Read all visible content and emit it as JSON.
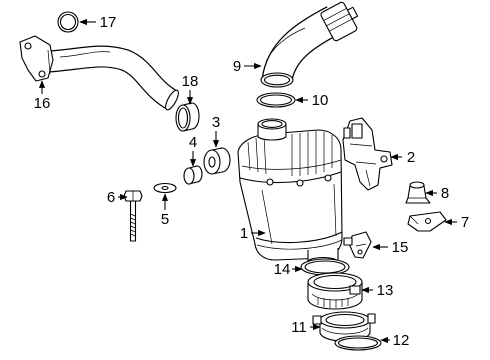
{
  "diagram": {
    "callouts": [
      {
        "label": "1"
      },
      {
        "label": "2"
      },
      {
        "label": "3"
      },
      {
        "label": "4"
      },
      {
        "label": "5"
      },
      {
        "label": "6"
      },
      {
        "label": "7"
      },
      {
        "label": "8"
      },
      {
        "label": "9"
      },
      {
        "label": "10"
      },
      {
        "label": "11"
      },
      {
        "label": "12"
      },
      {
        "label": "13"
      },
      {
        "label": "14"
      },
      {
        "label": "15"
      },
      {
        "label": "16"
      },
      {
        "label": "17"
      },
      {
        "label": "18"
      }
    ]
  },
  "colors": {
    "line": "#000000",
    "background": "#ffffff"
  }
}
